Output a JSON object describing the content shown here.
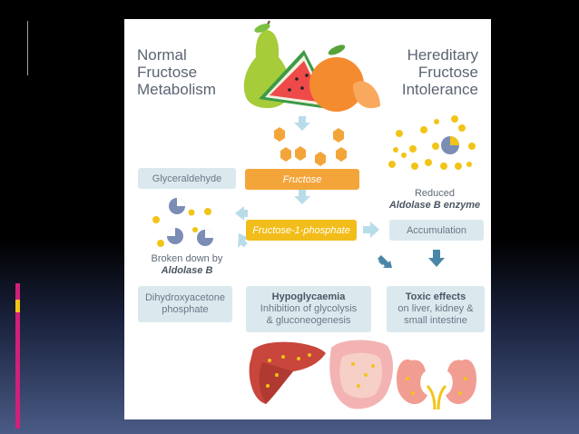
{
  "title_left": [
    "Normal",
    "Fructose",
    "Metabolism"
  ],
  "title_right": [
    "Hereditary",
    "Fructose",
    "Intolerance"
  ],
  "boxes": {
    "glyceraldehyde": "Glyceraldehyde",
    "fructose": "Fructose",
    "f1p": "Fructose-1-phosphate",
    "accumulation": "Accumulation",
    "dhap": [
      "Dihydroxyacetone",
      "phosphate"
    ],
    "hypo_title": "Hypoglycaemia",
    "hypo_body": [
      "Inhibition of glycolysis",
      "& gluconeogenesis"
    ],
    "toxic_title": "Toxic effects",
    "toxic_body": [
      "on liver, kidney &",
      "small intestine"
    ]
  },
  "labels": {
    "broken_down": "Broken down by",
    "aldolase": "Aldolase B",
    "reduced": "Reduced",
    "reduced_enzyme": "Aldolase B enzyme"
  },
  "colors": {
    "orange": "#f4a53a",
    "yellow": "#f2bd1a",
    "light_blue": "#dbe9ef",
    "arrow": "#6fb3d6",
    "arrow_dark": "#4a86a8"
  },
  "icons": [
    "pear-icon",
    "watermelon-icon",
    "peach-icon",
    "liver-icon",
    "intestine-icon",
    "kidney-icon"
  ]
}
